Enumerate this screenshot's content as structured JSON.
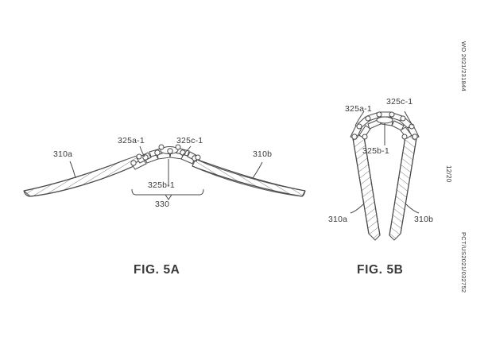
{
  "document": {
    "type": "patent-drawing-sheet",
    "publication_number": "WO 2021/231844",
    "application_number": "PCT/US2021/032752",
    "page_number": "12/20",
    "ink_color": "#3a3a3a",
    "background_color": "#ffffff"
  },
  "figures": [
    {
      "id": "fig-5a",
      "caption": "FIG. 5A",
      "description": "Side elevation of a flattened / open leaflet frame assembly with a central articulated linkage",
      "labels": [
        {
          "id": "310a",
          "text": "310a"
        },
        {
          "id": "310b",
          "text": "310b"
        },
        {
          "id": "325a-1",
          "text": "325a-1"
        },
        {
          "id": "325b-1",
          "text": "325b-1"
        },
        {
          "id": "325c-1",
          "text": "325c-1"
        },
        {
          "id": "330",
          "text": "330"
        }
      ]
    },
    {
      "id": "fig-5b",
      "caption": "FIG. 5B",
      "description": "Front elevation of the same assembly in a folded / closed configuration with two downward tapering legs",
      "labels": [
        {
          "id": "325a-1",
          "text": "325a-1"
        },
        {
          "id": "325b-1",
          "text": "325b-1"
        },
        {
          "id": "325c-1",
          "text": "325c-1"
        },
        {
          "id": "310a",
          "text": "310a"
        },
        {
          "id": "310b",
          "text": "310b"
        }
      ]
    }
  ]
}
